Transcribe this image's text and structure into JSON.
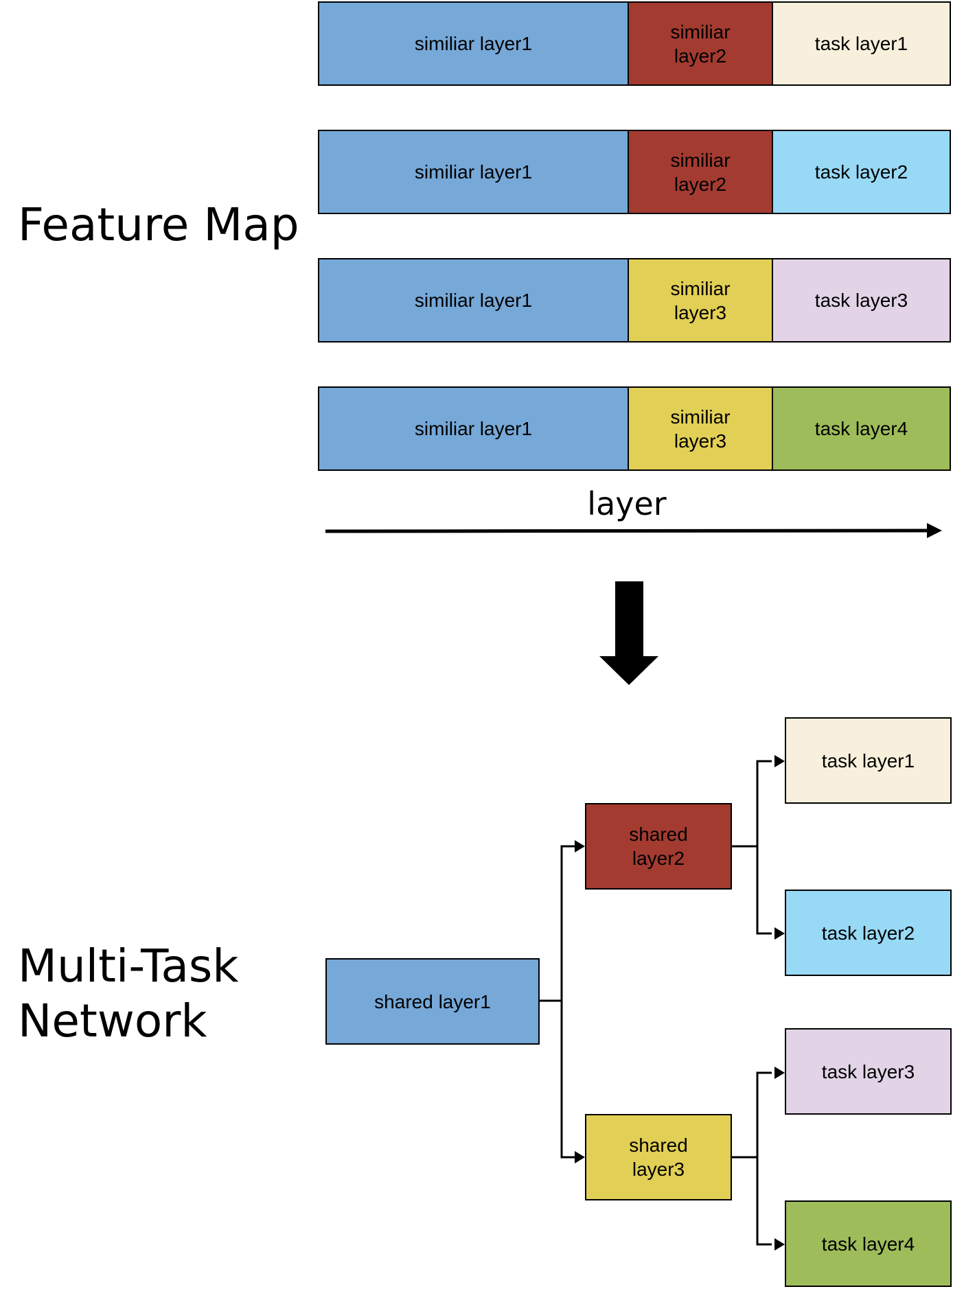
{
  "colors": {
    "blue": "#76a8d8",
    "red": "#a33b31",
    "yellow": "#e2cf55",
    "cream": "#f8f0dc",
    "sky": "#98d9f5",
    "lavender": "#e2d4e6",
    "green": "#9ebd5a"
  },
  "feature_map": {
    "title": "Feature Map",
    "rows": [
      {
        "segments": [
          "similiar layer1",
          "similiar\nlayer2",
          "task layer1"
        ],
        "colors": [
          "blue",
          "red",
          "cream"
        ]
      },
      {
        "segments": [
          "similiar layer1",
          "similiar\nlayer2",
          "task layer2"
        ],
        "colors": [
          "blue",
          "red",
          "sky"
        ]
      },
      {
        "segments": [
          "similiar layer1",
          "similiar\nlayer3",
          "task layer3"
        ],
        "colors": [
          "blue",
          "yellow",
          "lavender"
        ]
      },
      {
        "segments": [
          "similiar layer1",
          "similiar\nlayer3",
          "task layer4"
        ],
        "colors": [
          "blue",
          "yellow",
          "green"
        ]
      }
    ],
    "axis_label": "layer"
  },
  "network": {
    "title_line1": "Multi-Task",
    "title_line2": "Network",
    "shared_layer1": "shared layer1",
    "shared_layer2": "shared\nlayer2",
    "shared_layer3": "shared\nlayer3",
    "task_layer1": "task layer1",
    "task_layer2": "task layer2",
    "task_layer3": "task layer3",
    "task_layer4": "task layer4"
  }
}
